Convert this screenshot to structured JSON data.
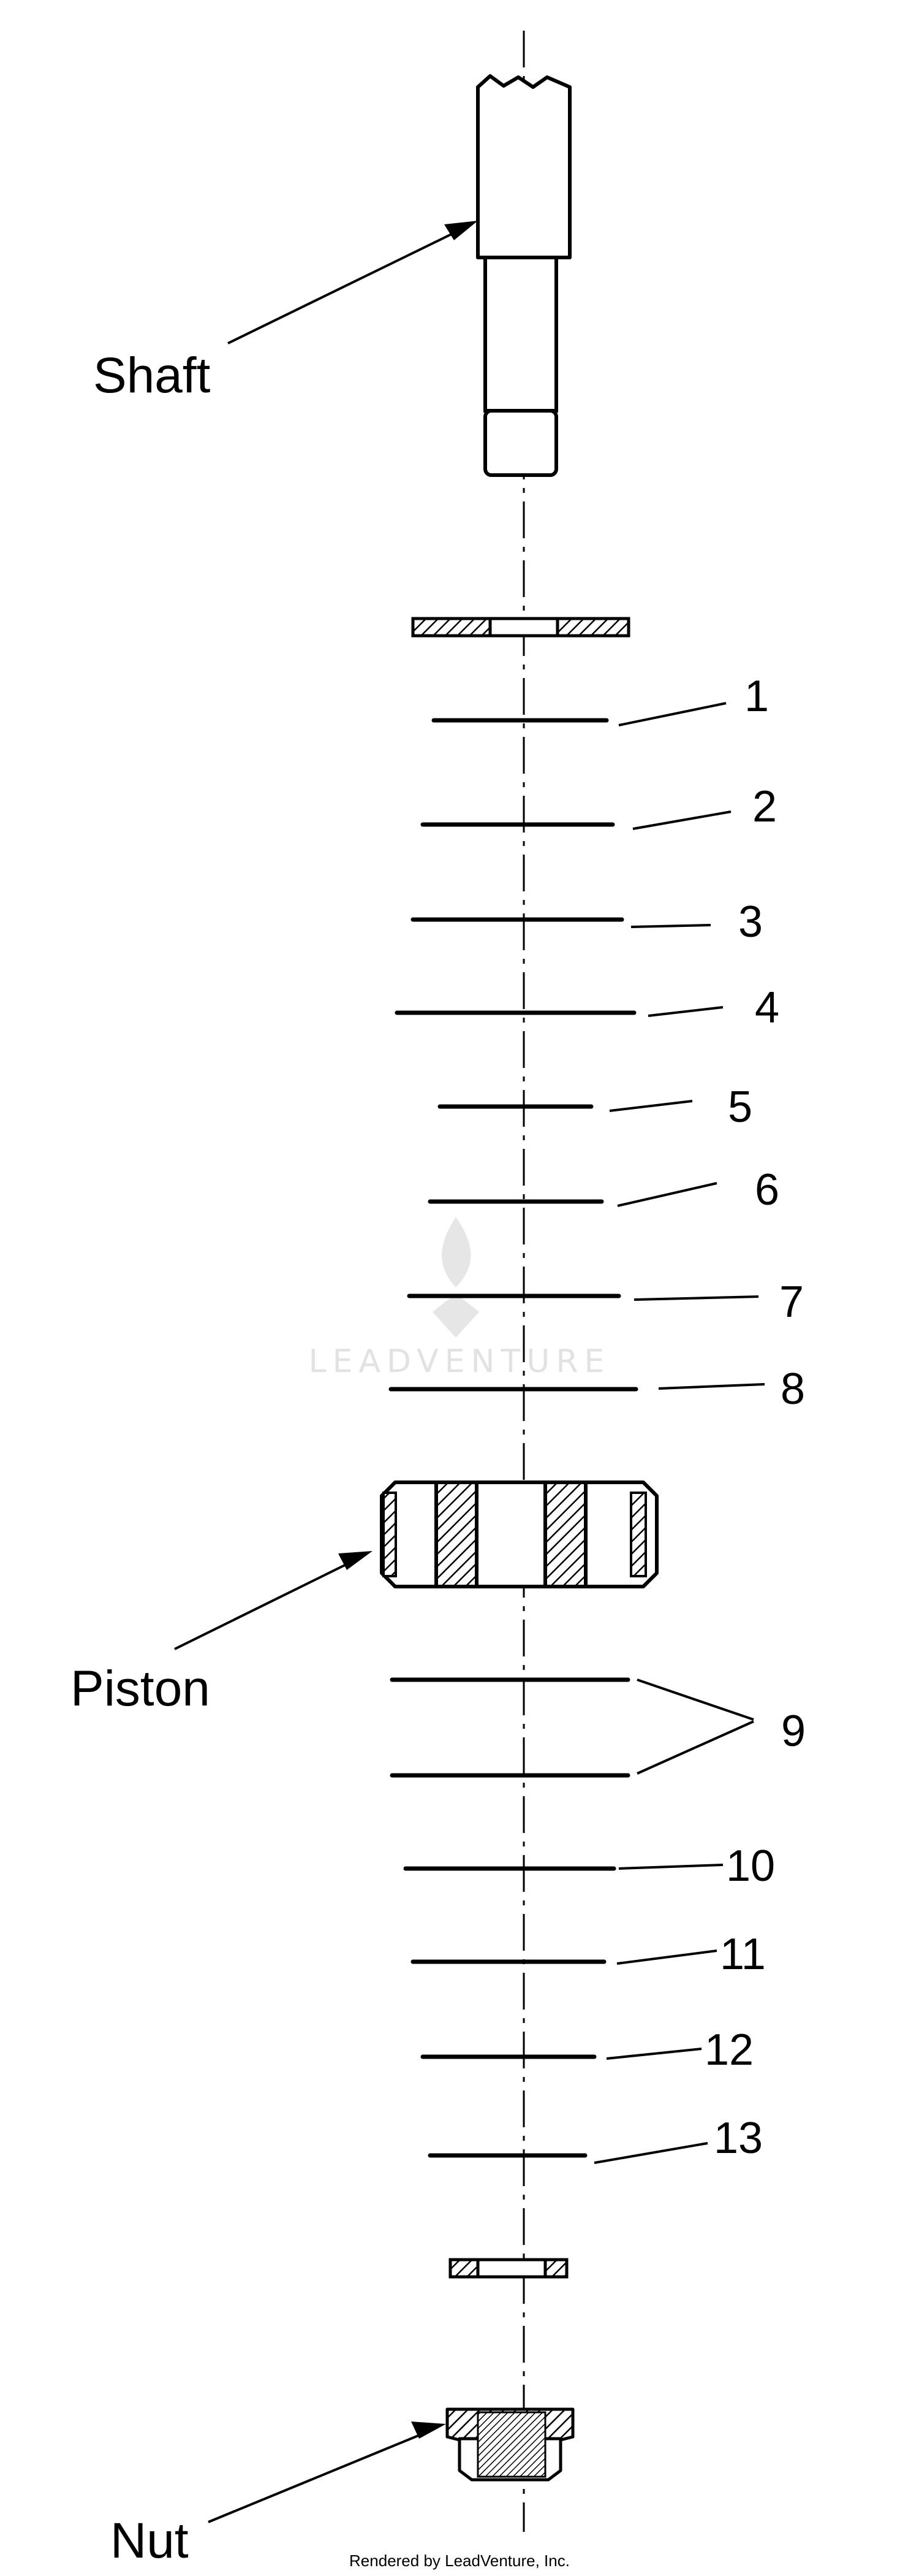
{
  "labels": {
    "shaft": "Shaft",
    "piston": "Piston",
    "nut": "Nut"
  },
  "callouts": [
    "1",
    "2",
    "3",
    "4",
    "5",
    "6",
    "7",
    "8",
    "9",
    "10",
    "11",
    "12",
    "13"
  ],
  "watermark": "LEADVENTURE",
  "credit": "Rendered by LeadVenture, Inc.",
  "colors": {
    "ink": "#000000",
    "watermark": "#e2e2e2",
    "background": "#ffffff"
  }
}
